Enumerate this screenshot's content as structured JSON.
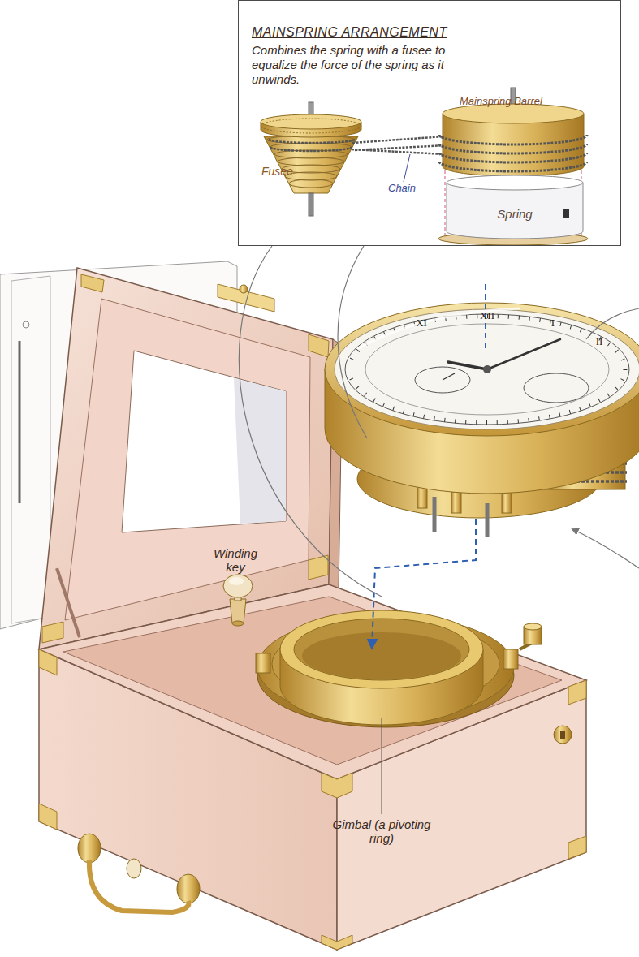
{
  "diagram": {
    "nodes": [
      {
        "text": [
          "MAINSPRING ARRANGEMENT",
          "Combines the spring with a fusee to equalize the force of the spring as it unwinds."
        ]
      },
      {
        "text": [
          "Spring"
        ],
        "in": 0
      }
    ],
    "labels": [
      "Mainspring Barrel",
      "Fusee",
      "Chain",
      "XI",
      "XII",
      "I",
      "II",
      "Winding key",
      "Gimbal (a pivoting ring)"
    ]
  }
}
